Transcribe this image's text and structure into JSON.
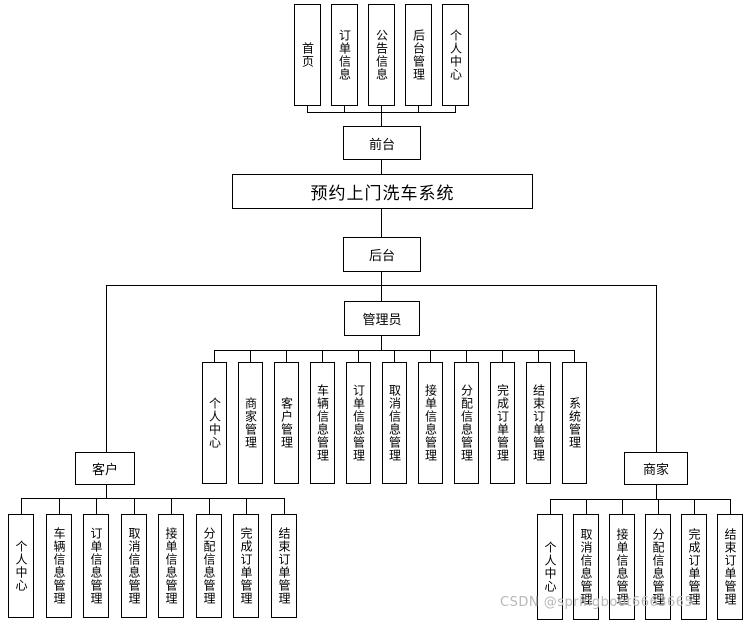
{
  "system_title": "预约上门洗车系统",
  "front": {
    "label": "前台",
    "modules": [
      "首页",
      "订单信息",
      "公告信息",
      "后台管理",
      "个人中心"
    ]
  },
  "back": {
    "label": "后台"
  },
  "admin": {
    "label": "管理员",
    "modules": [
      "个人中心",
      "商家管理",
      "客户管理",
      "车辆信息管理",
      "订单信息管理",
      "取消信息管理",
      "接单信息管理",
      "分配信息管理",
      "完成订单管理",
      "结束订单管理",
      "系统管理"
    ]
  },
  "customer": {
    "label": "客户",
    "modules": [
      "个人中心",
      "车辆信息管理",
      "订单信息管理",
      "取消信息管理",
      "接单信息管理",
      "分配信息管理",
      "完成订单管理",
      "结束订单管理"
    ]
  },
  "merchant": {
    "label": "商家",
    "modules": [
      "个人中心",
      "取消信息管理",
      "接单信息管理",
      "分配信息管理",
      "完成订单管理",
      "结束订单管理"
    ]
  },
  "watermark": "CSDN @springboot6663665"
}
